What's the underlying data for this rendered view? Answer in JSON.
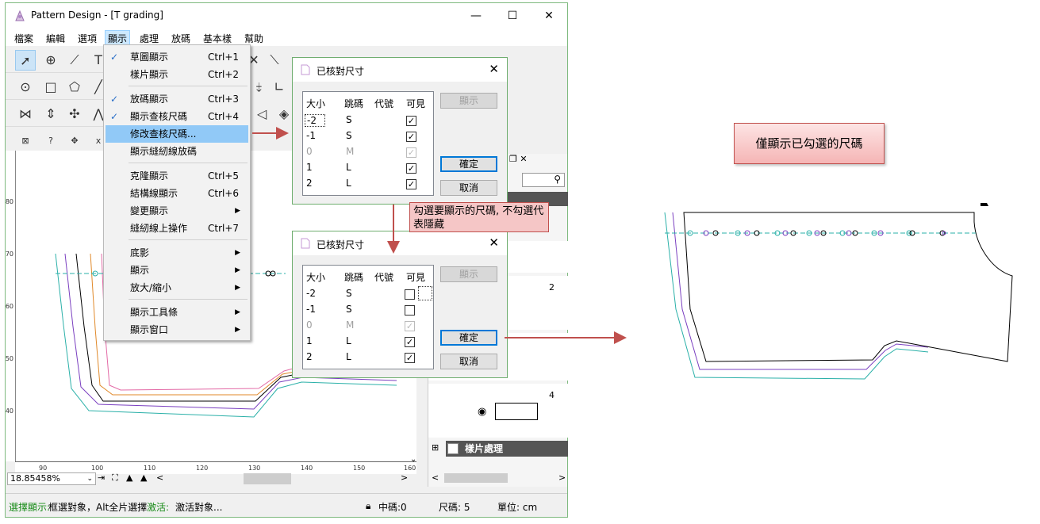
{
  "window": {
    "title": "Pattern Design - [T grading]",
    "minimize": "—",
    "maximize": "☐",
    "close": "✕"
  },
  "menubar": [
    "檔案",
    "編輯",
    "選項",
    "顯示",
    "處理",
    "放碼",
    "基本樣",
    "幫助"
  ],
  "dropdown": {
    "items": [
      {
        "label": "草圖顯示",
        "shortcut": "Ctrl+1",
        "checked": "✓"
      },
      {
        "label": "樣片顯示",
        "shortcut": "Ctrl+2",
        "checked": ""
      },
      {
        "label": "放碼顯示",
        "shortcut": "Ctrl+3",
        "checked": "✓"
      },
      {
        "label": "顯示查核尺碼",
        "shortcut": "Ctrl+4",
        "checked": "✓"
      },
      {
        "label": "修改查核尺碼...",
        "shortcut": "",
        "checked": ""
      },
      {
        "label": "顯示縫紉線放碼",
        "shortcut": "",
        "checked": ""
      },
      {
        "label": "克隆顯示",
        "shortcut": "Ctrl+5",
        "checked": ""
      },
      {
        "label": "結構線顯示",
        "shortcut": "Ctrl+6",
        "checked": ""
      },
      {
        "label": "變更顯示",
        "shortcut": "",
        "checked": "",
        "submenu": "▶"
      },
      {
        "label": "縫紉線上操作",
        "shortcut": "Ctrl+7",
        "checked": ""
      },
      {
        "label": "底影",
        "shortcut": "",
        "checked": "",
        "submenu": "▶"
      },
      {
        "label": "顯示",
        "shortcut": "",
        "checked": "",
        "submenu": "▶"
      },
      {
        "label": "放大/縮小",
        "shortcut": "",
        "checked": "",
        "submenu": "▶"
      },
      {
        "label": "顯示工具條",
        "shortcut": "",
        "checked": "",
        "submenu": "▶"
      },
      {
        "label": "顯示窗口",
        "shortcut": "",
        "checked": "",
        "submenu": "▶"
      }
    ]
  },
  "dialog_top": {
    "title": "已核對尺寸",
    "headers": [
      "大小",
      "跳碼",
      "代號",
      "可見"
    ],
    "rows": [
      {
        "size": "-2",
        "jump": "S",
        "visible": "✓"
      },
      {
        "size": "-1",
        "jump": "S",
        "visible": "✓"
      },
      {
        "size": "0",
        "jump": "M",
        "visible": "✓"
      },
      {
        "size": "1",
        "jump": "L",
        "visible": "✓"
      },
      {
        "size": "2",
        "jump": "L",
        "visible": "✓"
      }
    ],
    "btn_show": "顯示",
    "btn_ok": "確定",
    "btn_cancel": "取消"
  },
  "dialog_bottom": {
    "title": "已核對尺寸",
    "headers": [
      "大小",
      "跳碼",
      "代號",
      "可見"
    ],
    "rows": [
      {
        "size": "-2",
        "jump": "S",
        "visible": ""
      },
      {
        "size": "-1",
        "jump": "S",
        "visible": ""
      },
      {
        "size": "0",
        "jump": "M",
        "visible": "✓"
      },
      {
        "size": "1",
        "jump": "L",
        "visible": "✓"
      },
      {
        "size": "2",
        "jump": "L",
        "visible": "✓"
      }
    ],
    "btn_show": "顯示",
    "btn_ok": "確定",
    "btn_cancel": "取消"
  },
  "callout_instruction": "勾選要顯示的尺碼, 不勾選代表隱藏",
  "callout_result": "僅顯示已勾選的尺碼",
  "ruler": {
    "vertical": [
      "80",
      "70",
      "60",
      "50",
      "40"
    ],
    "horizontal": [
      "90",
      "100",
      "110",
      "120",
      "130",
      "140",
      "150",
      "160"
    ]
  },
  "zoom_value": "18.85458%",
  "right_pane": {
    "piece_numbers": [
      "2",
      "4"
    ],
    "group_label": "樣片處理",
    "expand_icon": "⊞"
  },
  "status": {
    "mode_label": "選擇顯示:",
    "mode_text": "框選對象，Alt全片選擇",
    "activate_label": "激活:",
    "activate_text": "激活對象...",
    "midcode": "中碼:0",
    "size": "尺碼: 5",
    "unit": "單位: cm"
  },
  "colors": {
    "accent": "#0078d7",
    "callout_border": "#c0504d",
    "window_border": "#7fba7f",
    "status_green": "#1a8c1a",
    "highlight": "#91c9f7"
  }
}
